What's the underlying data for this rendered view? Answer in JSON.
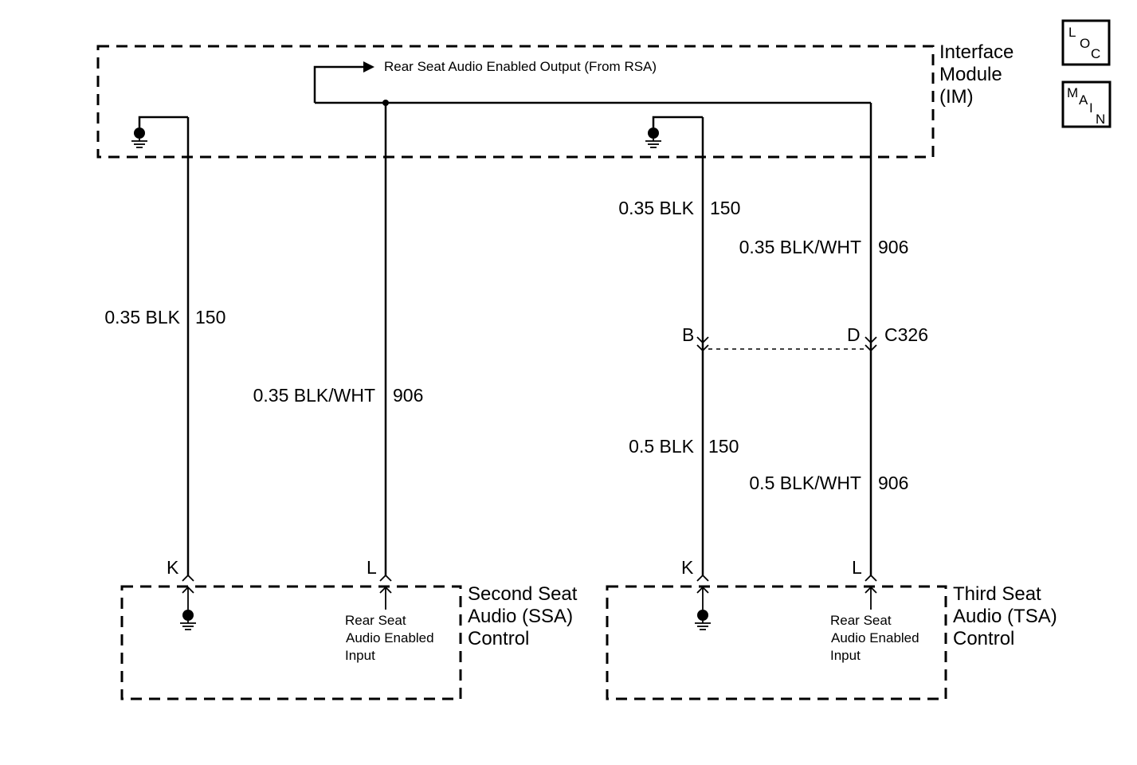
{
  "interface_module": {
    "name_line1": "Interface",
    "name_line2": "Module",
    "name_line3": "(IM)",
    "output_label": "Rear Seat Audio Enabled Output (From RSA)"
  },
  "nav_icons": {
    "loc": {
      "l": "L",
      "o": "O",
      "c": "C"
    },
    "main": {
      "m": "M",
      "a": "A",
      "i": "I",
      "n": "N"
    }
  },
  "wires": {
    "ssa_ground": {
      "gauge_color": "0.35 BLK",
      "circuit": "150"
    },
    "ssa_enable": {
      "gauge_color": "0.35 BLK/WHT",
      "circuit": "906"
    },
    "tsa_ground_upper": {
      "gauge_color": "0.35 BLK",
      "circuit": "150"
    },
    "tsa_enable_upper": {
      "gauge_color": "0.35 BLK/WHT",
      "circuit": "906"
    },
    "tsa_ground_lower": {
      "gauge_color": "0.5 BLK",
      "circuit": "150"
    },
    "tsa_enable_lower": {
      "gauge_color": "0.5 BLK/WHT",
      "circuit": "906"
    }
  },
  "connector": {
    "name": "C326",
    "pin_ground": "B",
    "pin_enable": "D"
  },
  "ssa": {
    "pin_ground": "K",
    "pin_enable": "L",
    "name_line1": "Second Seat",
    "name_line2": "Audio (SSA)",
    "name_line3": "Control",
    "input_line1": "Rear Seat",
    "input_line2": "Audio Enabled",
    "input_line3": "Input"
  },
  "tsa": {
    "pin_ground": "K",
    "pin_enable": "L",
    "name_line1": "Third Seat",
    "name_line2": "Audio (TSA)",
    "name_line3": "Control",
    "input_line1": "Rear Seat",
    "input_line2": "Audio Enabled",
    "input_line3": "Input"
  }
}
